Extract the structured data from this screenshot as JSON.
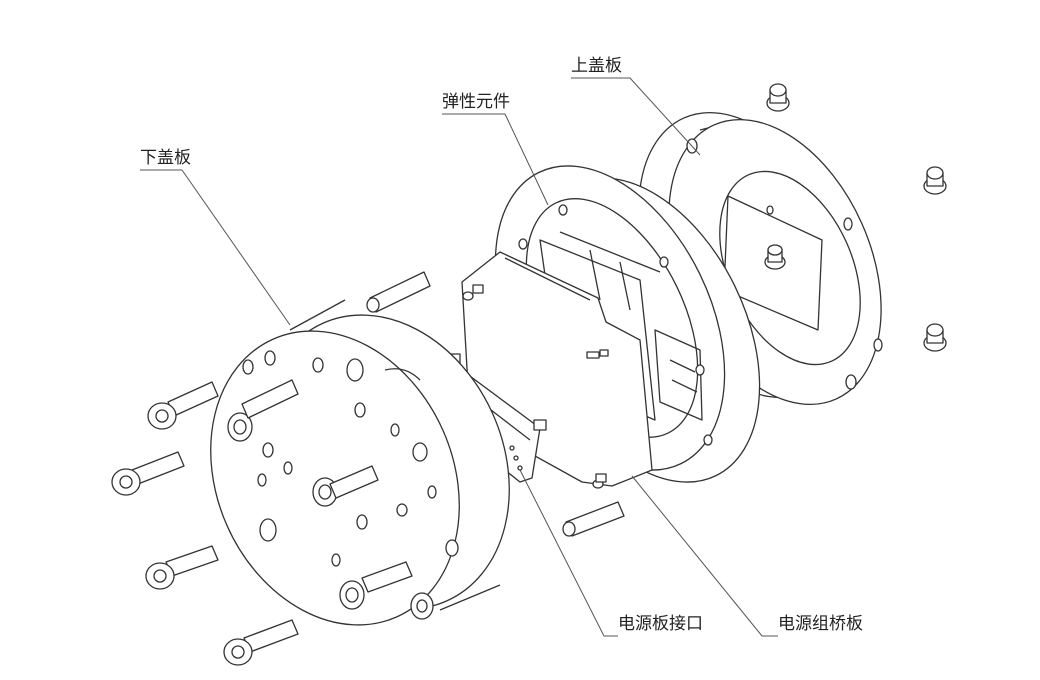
{
  "diagram": {
    "labels": {
      "lower_cover": "下盖板",
      "elastic_element": "弹性元件",
      "upper_cover": "上盖板",
      "power_board_interface": "电源板接口",
      "power_bridge_board": "电源组桥板"
    },
    "colors": {
      "line": "#333333",
      "fill": "#ffffff",
      "label_underline": "#555555"
    }
  }
}
